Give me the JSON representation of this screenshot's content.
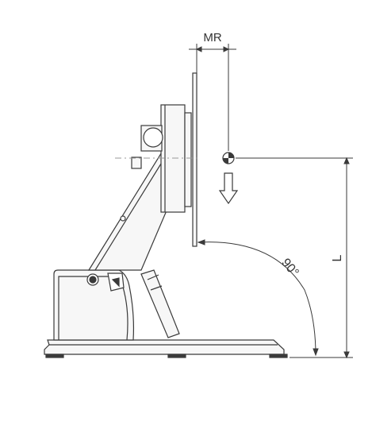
{
  "labels": {
    "mr": "MR",
    "angle": "90°",
    "length": "L"
  },
  "colors": {
    "line": "#3a3a3a",
    "light": "#9a9a9a",
    "fill": "#f7f7f7"
  }
}
